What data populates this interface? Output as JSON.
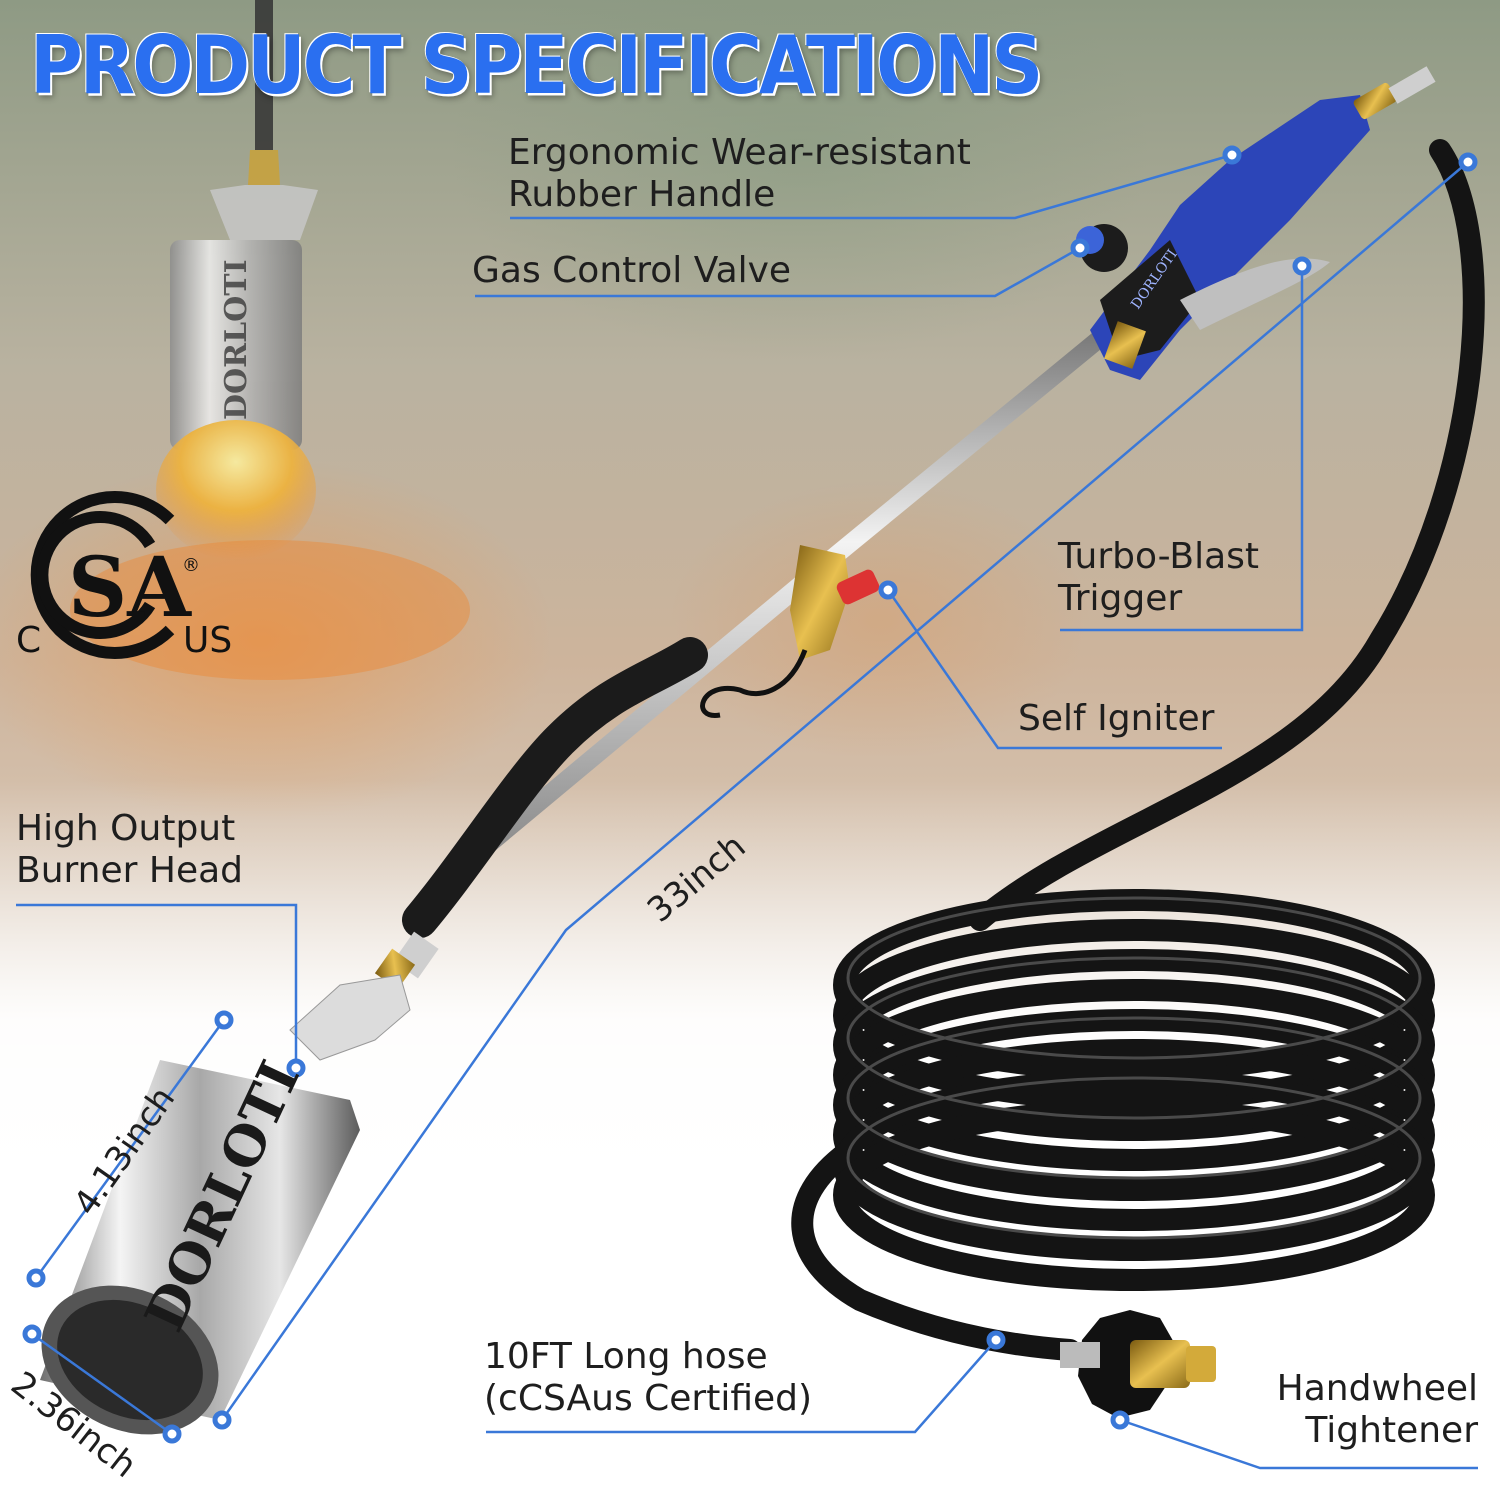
{
  "title": "PRODUCT SPECIFICATIONS",
  "brand": "DORLOTI",
  "certification": {
    "logo_text": "SA",
    "prefix": "C",
    "suffix": "US",
    "mark": "®"
  },
  "labels": {
    "handle_line1": "Ergonomic Wear-resistant",
    "handle_line2": "Rubber Handle",
    "valve": "Gas Control Valve",
    "trigger_line1": "Turbo-Blast",
    "trigger_line2": "Trigger",
    "igniter": "Self Igniter",
    "burner_line1": "High Output",
    "burner_line2": "Burner Head",
    "hose_line1": "10FT Long hose",
    "hose_line2": "(cCSAus Certified)",
    "handwheel_line1": "Handwheel",
    "handwheel_line2": "Tightener"
  },
  "dimensions": {
    "length": "33inch",
    "head_length": "4.13inch",
    "head_diameter": "2.36inch"
  },
  "colors": {
    "title": "#2a6ff0",
    "leader_line": "#3a78d8",
    "handle": "#2c45b8"
  }
}
